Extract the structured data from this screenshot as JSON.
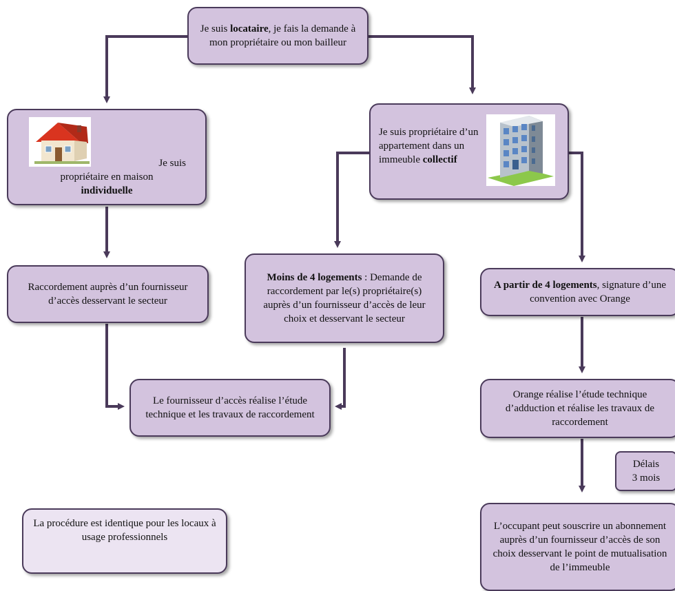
{
  "colors": {
    "box_fill": "#d3c3de",
    "box_border": "#4a3a5a",
    "note_fill": "#ece4f2",
    "arrow": "#4a3a5a"
  },
  "top": {
    "pre": "Je suis ",
    "bold": "locataire",
    "post": ", je fais la demande à mon propriétaire ou mon bailleur"
  },
  "maison": {
    "line1": "Je suis",
    "line2": "propriétaire en maison",
    "bold": "individuelle",
    "icon": "house-icon"
  },
  "immeuble": {
    "text": "Je suis propriétaire d’un appartement dans un immeuble",
    "bold": "collectif",
    "icon": "building-icon"
  },
  "raccordement": {
    "text": "Raccordement auprès d’un fournisseur d’accès desservant le secteur"
  },
  "moins4": {
    "bold": "Moins de 4 logements",
    "text": " : Demande de raccordement par le(s) propriétaire(s) auprès d’un fournisseur d’accès de leur choix et desservant le secteur"
  },
  "apartir4": {
    "bold": "A partir de 4 logements",
    "text": ", signature d’une convention avec Orange"
  },
  "fournisseur": {
    "text": "Le fournisseur d’accès réalise l’étude technique et les travaux de raccordement"
  },
  "orange": {
    "text": "Orange réalise l’étude technique d’adduction et réalise les travaux de raccordement"
  },
  "delais": {
    "line1": "Délais",
    "line2": "3 mois"
  },
  "occupant": {
    "text": "L’occupant peut souscrire un abonnement auprès d’un fournisseur d’accès de son choix desservant le point de mutualisation de l’immeuble"
  },
  "note": {
    "text": "La procédure est identique pour les locaux à usage professionnels"
  }
}
